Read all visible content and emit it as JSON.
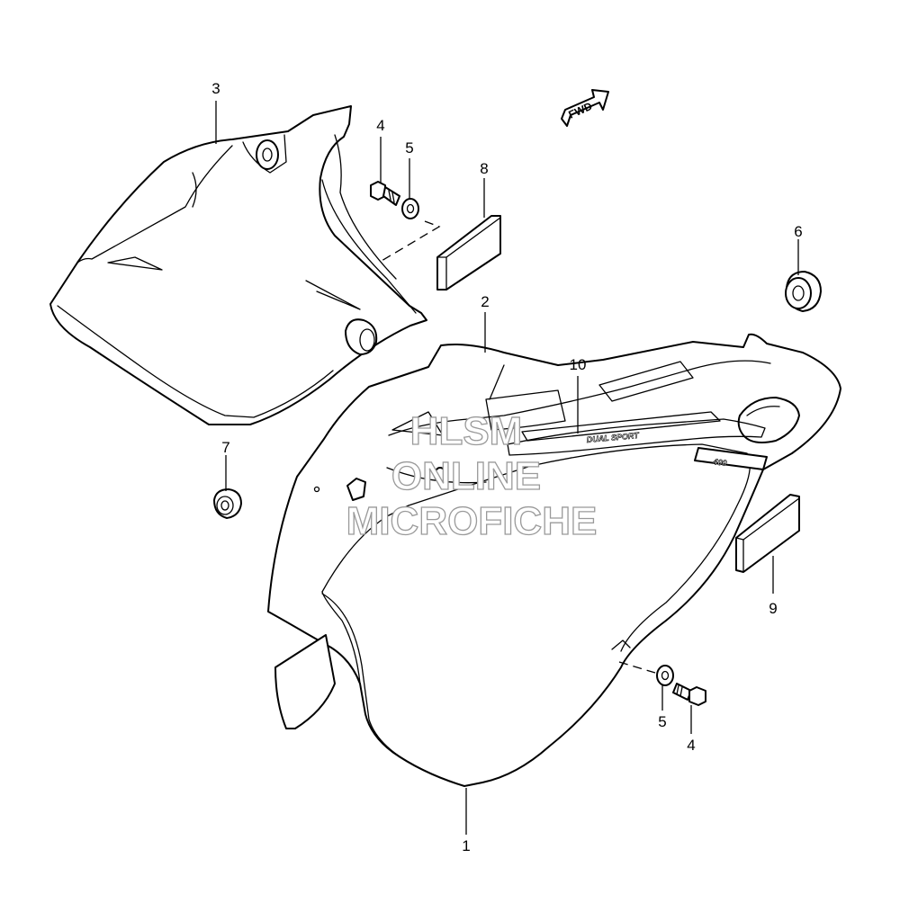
{
  "diagram": {
    "fwd_label": "FWD",
    "decal_text": "DUAL SPORT",
    "decal_model": "400",
    "callouts": [
      {
        "id": "c1",
        "label": "1"
      },
      {
        "id": "c2",
        "label": "2"
      },
      {
        "id": "c3",
        "label": "3"
      },
      {
        "id": "c4a",
        "label": "4"
      },
      {
        "id": "c4b",
        "label": "4"
      },
      {
        "id": "c5a",
        "label": "5"
      },
      {
        "id": "c5b",
        "label": "5"
      },
      {
        "id": "c6",
        "label": "6"
      },
      {
        "id": "c7",
        "label": "7"
      },
      {
        "id": "c8",
        "label": "8"
      },
      {
        "id": "c9",
        "label": "9"
      },
      {
        "id": "c10",
        "label": "10"
      }
    ]
  },
  "watermark": {
    "line1": "HLSM",
    "line2": "ONLINE",
    "line3": "MICROFICHE"
  }
}
